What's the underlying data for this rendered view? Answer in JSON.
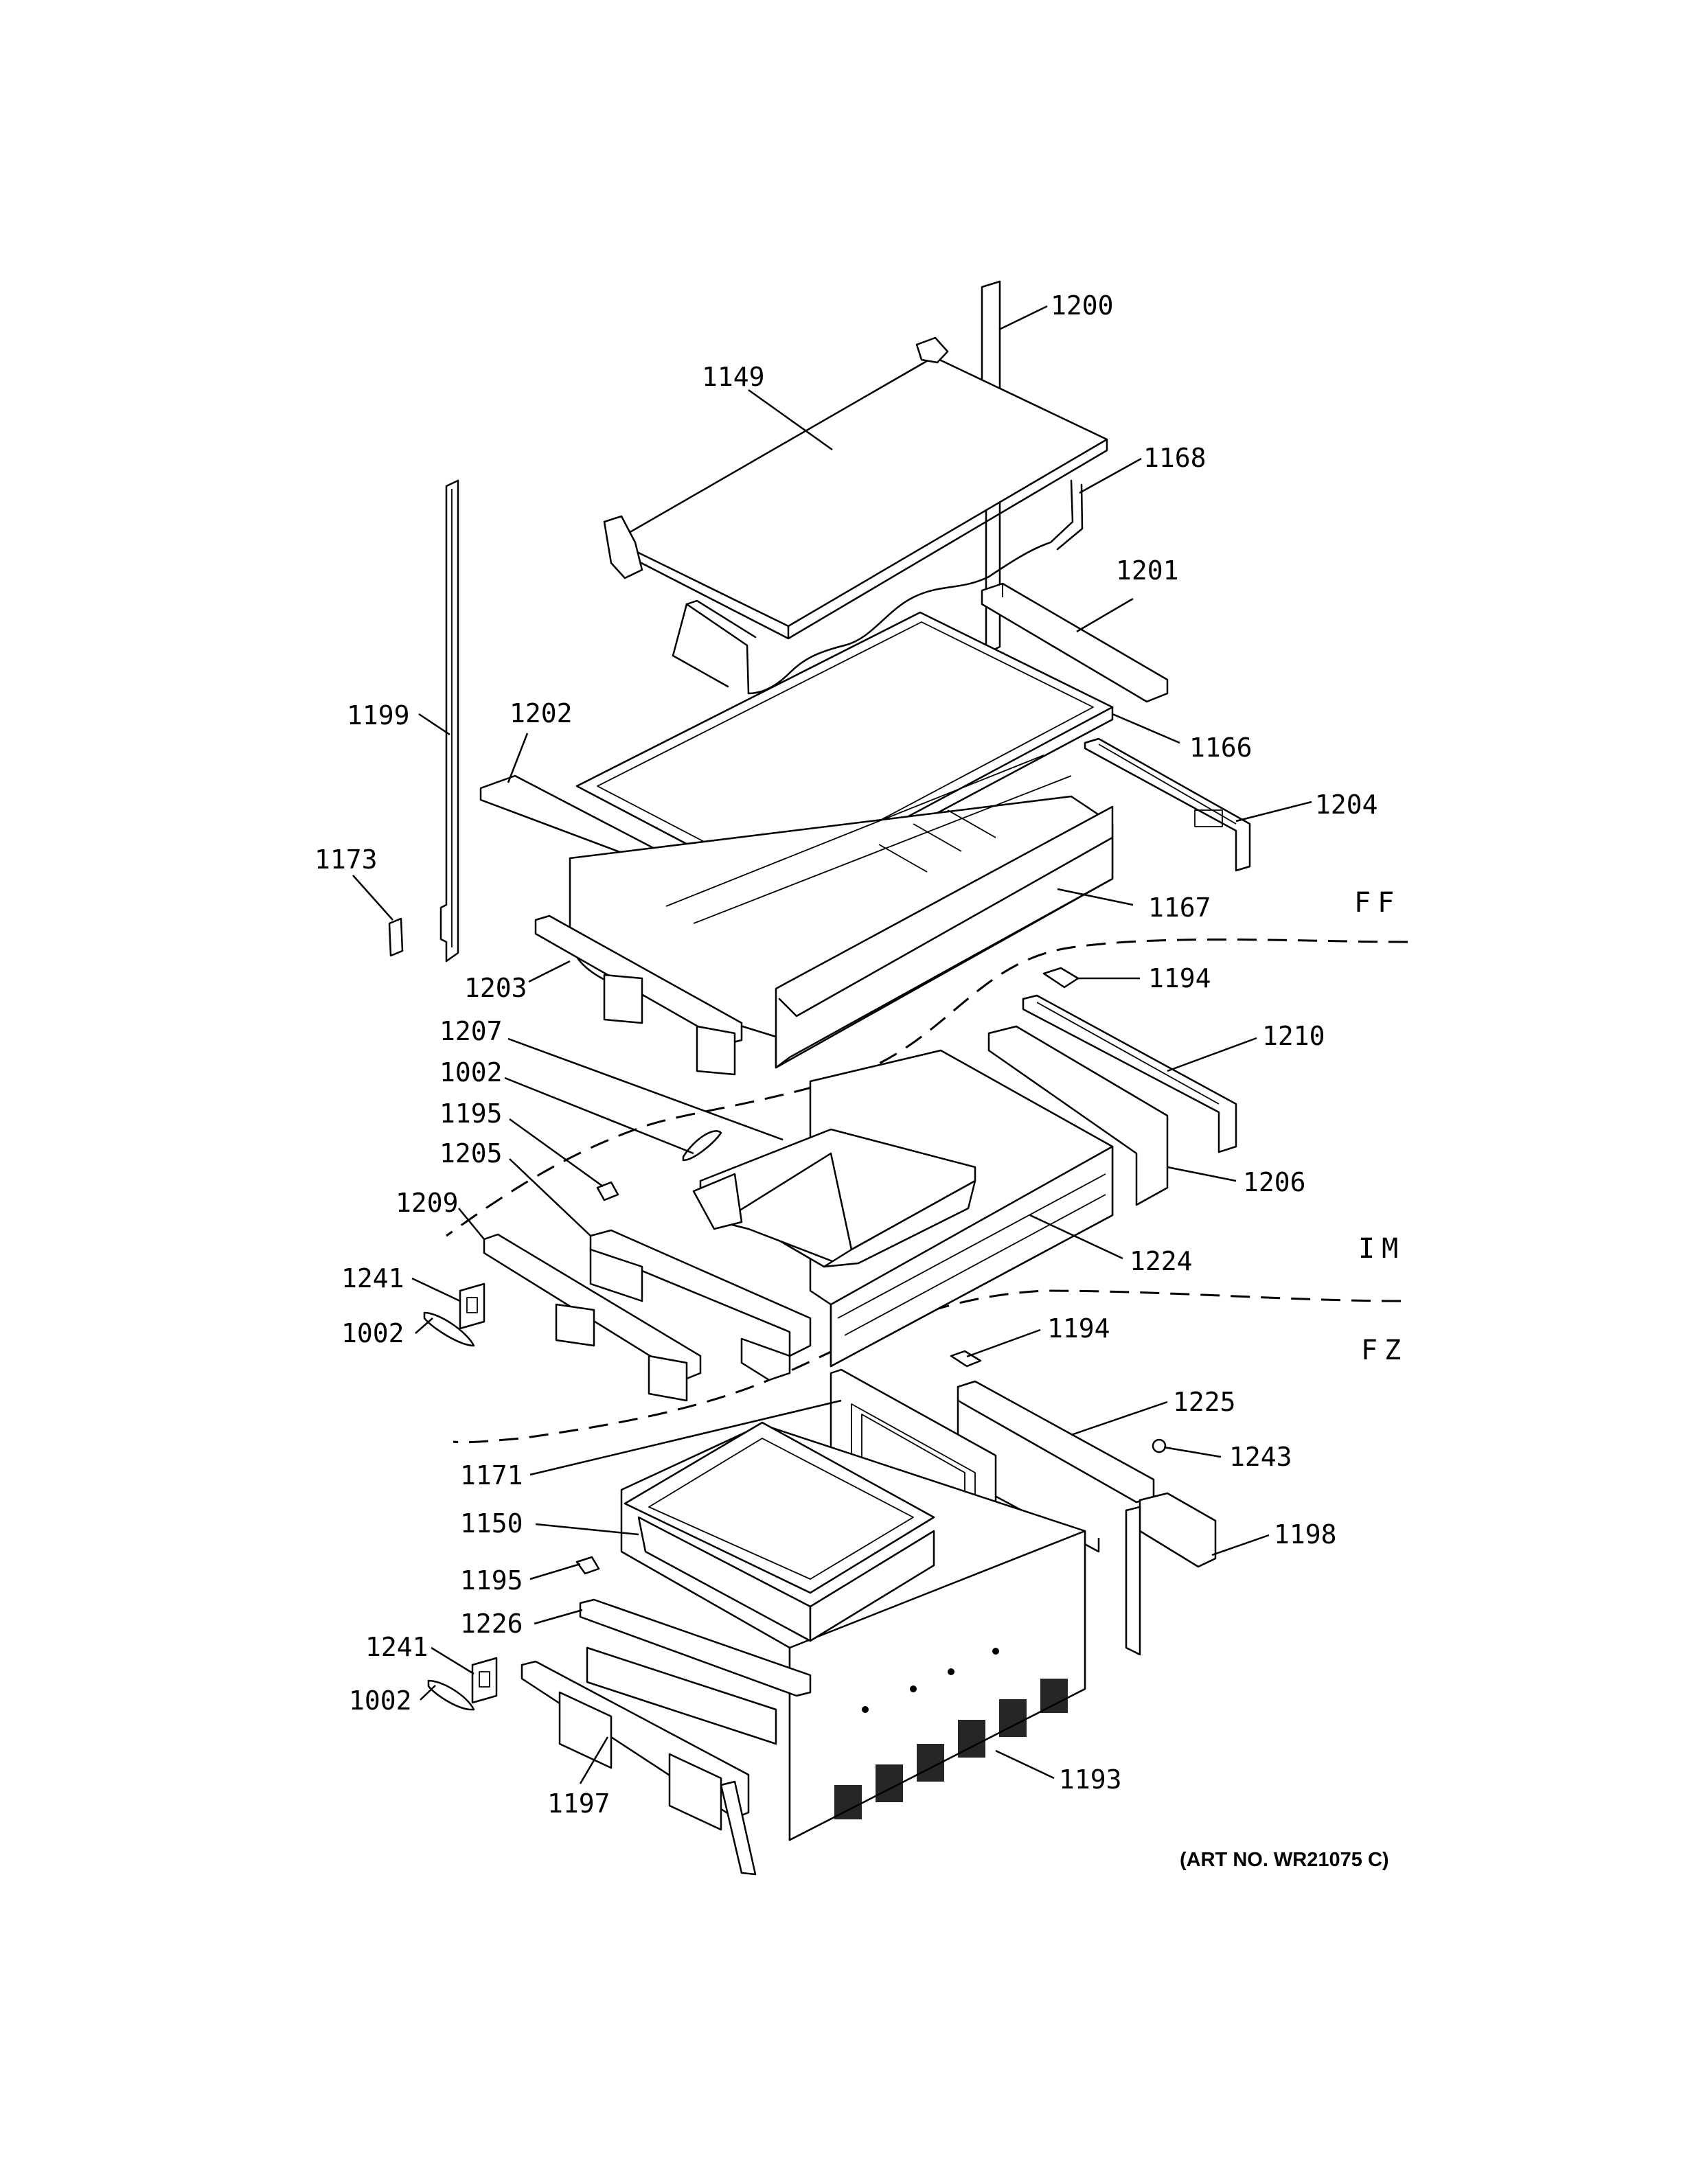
{
  "art_number": "(ART NO. WR21075 C)",
  "zones": [
    {
      "id": "ff",
      "label": "FF"
    },
    {
      "id": "im",
      "label": "IM"
    },
    {
      "id": "fz",
      "label": "FZ"
    }
  ],
  "parts": [
    {
      "id": "p1200",
      "label": "1200"
    },
    {
      "id": "p1149",
      "label": "1149"
    },
    {
      "id": "p1168",
      "label": "1168"
    },
    {
      "id": "p1201",
      "label": "1201"
    },
    {
      "id": "p1199",
      "label": "1199"
    },
    {
      "id": "p1202",
      "label": "1202"
    },
    {
      "id": "p1166",
      "label": "1166"
    },
    {
      "id": "p1204",
      "label": "1204"
    },
    {
      "id": "p1173",
      "label": "1173"
    },
    {
      "id": "p1167",
      "label": "1167"
    },
    {
      "id": "p1194a",
      "label": "1194"
    },
    {
      "id": "p1203",
      "label": "1203"
    },
    {
      "id": "p1207",
      "label": "1207"
    },
    {
      "id": "p1210",
      "label": "1210"
    },
    {
      "id": "p1002a",
      "label": "1002"
    },
    {
      "id": "p1195a",
      "label": "1195"
    },
    {
      "id": "p1205",
      "label": "1205"
    },
    {
      "id": "p1206",
      "label": "1206"
    },
    {
      "id": "p1209",
      "label": "1209"
    },
    {
      "id": "p1224",
      "label": "1224"
    },
    {
      "id": "p1241a",
      "label": "1241"
    },
    {
      "id": "p1002b",
      "label": "1002"
    },
    {
      "id": "p1194b",
      "label": "1194"
    },
    {
      "id": "p1225",
      "label": "1225"
    },
    {
      "id": "p1243",
      "label": "1243"
    },
    {
      "id": "p1171",
      "label": "1171"
    },
    {
      "id": "p1150",
      "label": "1150"
    },
    {
      "id": "p1198",
      "label": "1198"
    },
    {
      "id": "p1195b",
      "label": "1195"
    },
    {
      "id": "p1226",
      "label": "1226"
    },
    {
      "id": "p1241b",
      "label": "1241"
    },
    {
      "id": "p1002c",
      "label": "1002"
    },
    {
      "id": "p1193",
      "label": "1193"
    },
    {
      "id": "p1197",
      "label": "1197"
    }
  ]
}
